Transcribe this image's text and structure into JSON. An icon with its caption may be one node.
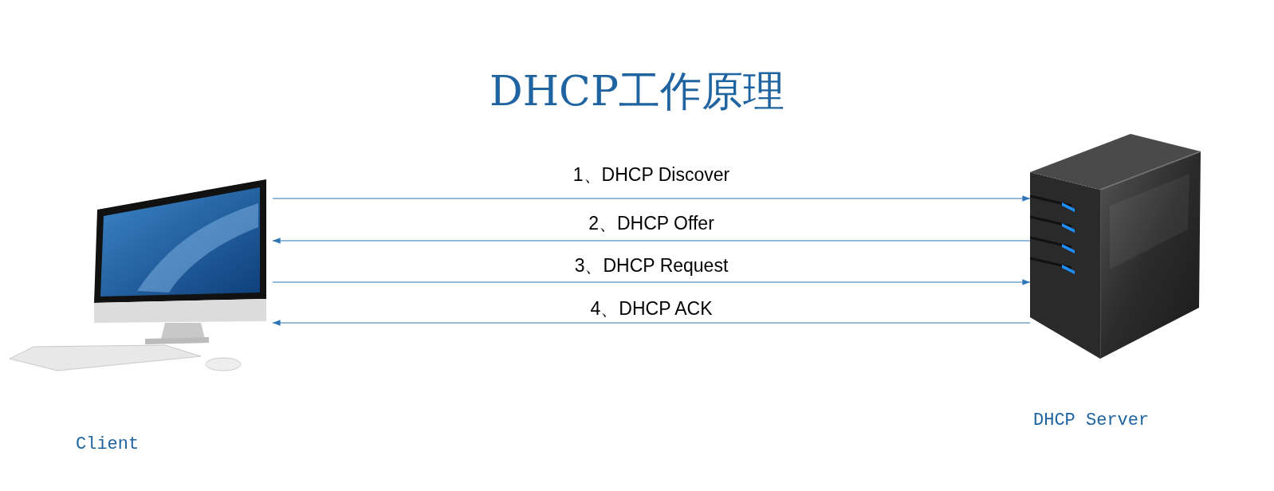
{
  "diagram": {
    "title": "DHCP工作原理",
    "nodes": [
      {
        "text": [],
        "shape": "picture",
        "beside": [
          "Client"
        ]
      },
      {
        "text": [],
        "shape": "picture",
        "beside": [
          "DHCP Server"
        ]
      }
    ],
    "edges": [
      {
        "from": 0,
        "to": 1,
        "arrow": "to",
        "label": "1、DHCP Discover"
      },
      {
        "from": 1,
        "to": 0,
        "arrow": "to",
        "label": "2、DHCP Offer"
      },
      {
        "from": 0,
        "to": 1,
        "arrow": "to",
        "label": "3、DHCP Request"
      },
      {
        "from": 1,
        "to": 0,
        "arrow": "to",
        "label": "4、DHCP ACK"
      }
    ]
  }
}
